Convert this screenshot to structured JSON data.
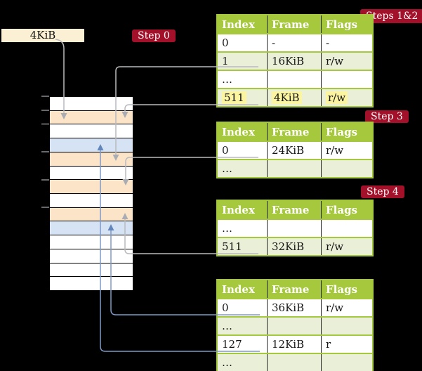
{
  "frame_size_label": "4KiB",
  "steps": {
    "step0": "Step 0",
    "steps12": "Steps 1&2",
    "step3": "Step 3",
    "step4": "Step 4"
  },
  "memory": {
    "rows": [
      "free",
      "page-table",
      "free",
      "data",
      "page-table",
      "free",
      "page-table",
      "free",
      "page-table",
      "data",
      "free",
      "free",
      "free",
      "free"
    ],
    "legend": {
      "page-table": "page table frame (orange)",
      "data": "mapped data frame (blue)",
      "free": "free frame (white)"
    }
  },
  "tables": [
    {
      "name": "root-page-table",
      "headers": [
        "Index",
        "Frame",
        "Flags"
      ],
      "rows": [
        {
          "cells": [
            "0",
            "-",
            "-"
          ],
          "shaded": false,
          "highlighted": false
        },
        {
          "cells": [
            "1",
            "16KiB",
            "r/w"
          ],
          "shaded": true,
          "highlighted": false
        },
        {
          "cells": [
            "…",
            "",
            ""
          ],
          "shaded": false,
          "highlighted": false
        },
        {
          "cells": [
            "511",
            "4KiB",
            "r/w"
          ],
          "shaded": true,
          "highlighted": true
        }
      ]
    },
    {
      "name": "level1-page-table",
      "headers": [
        "Index",
        "Frame",
        "Flags"
      ],
      "rows": [
        {
          "cells": [
            "0",
            "24KiB",
            "r/w"
          ],
          "shaded": false,
          "highlighted": false
        },
        {
          "cells": [
            "…",
            "",
            ""
          ],
          "shaded": true,
          "highlighted": false
        }
      ]
    },
    {
      "name": "level2-page-table",
      "headers": [
        "Index",
        "Frame",
        "Flags"
      ],
      "rows": [
        {
          "cells": [
            "…",
            "",
            ""
          ],
          "shaded": false,
          "highlighted": false
        },
        {
          "cells": [
            "511",
            "32KiB",
            "r/w"
          ],
          "shaded": true,
          "highlighted": false
        }
      ]
    },
    {
      "name": "leaf-page-table",
      "headers": [
        "Index",
        "Frame",
        "Flags"
      ],
      "rows": [
        {
          "cells": [
            "0",
            "36KiB",
            "r/w"
          ],
          "shaded": false,
          "highlighted": false
        },
        {
          "cells": [
            "…",
            "",
            ""
          ],
          "shaded": true,
          "highlighted": false
        },
        {
          "cells": [
            "127",
            "12KiB",
            "r"
          ],
          "shaded": false,
          "highlighted": false
        },
        {
          "cells": [
            "…",
            "",
            ""
          ],
          "shaded": true,
          "highlighted": false
        }
      ]
    }
  ],
  "colors": {
    "background": "#000000",
    "table_header_bg": "#a6c83c",
    "table_border": "#a6c83c",
    "shaded_row_bg": "#eaefd8",
    "highlight_bg": "#fbf5a1",
    "page_table_frame_bg": "#fce4c8",
    "data_frame_bg": "#d6e3f4",
    "free_frame_bg": "#ffffff",
    "badge_bg": "#a21129",
    "label_bg": "#fbf0d3",
    "gray_arrow": "#b9babd",
    "blue_arrow": "#7e9ac8"
  }
}
